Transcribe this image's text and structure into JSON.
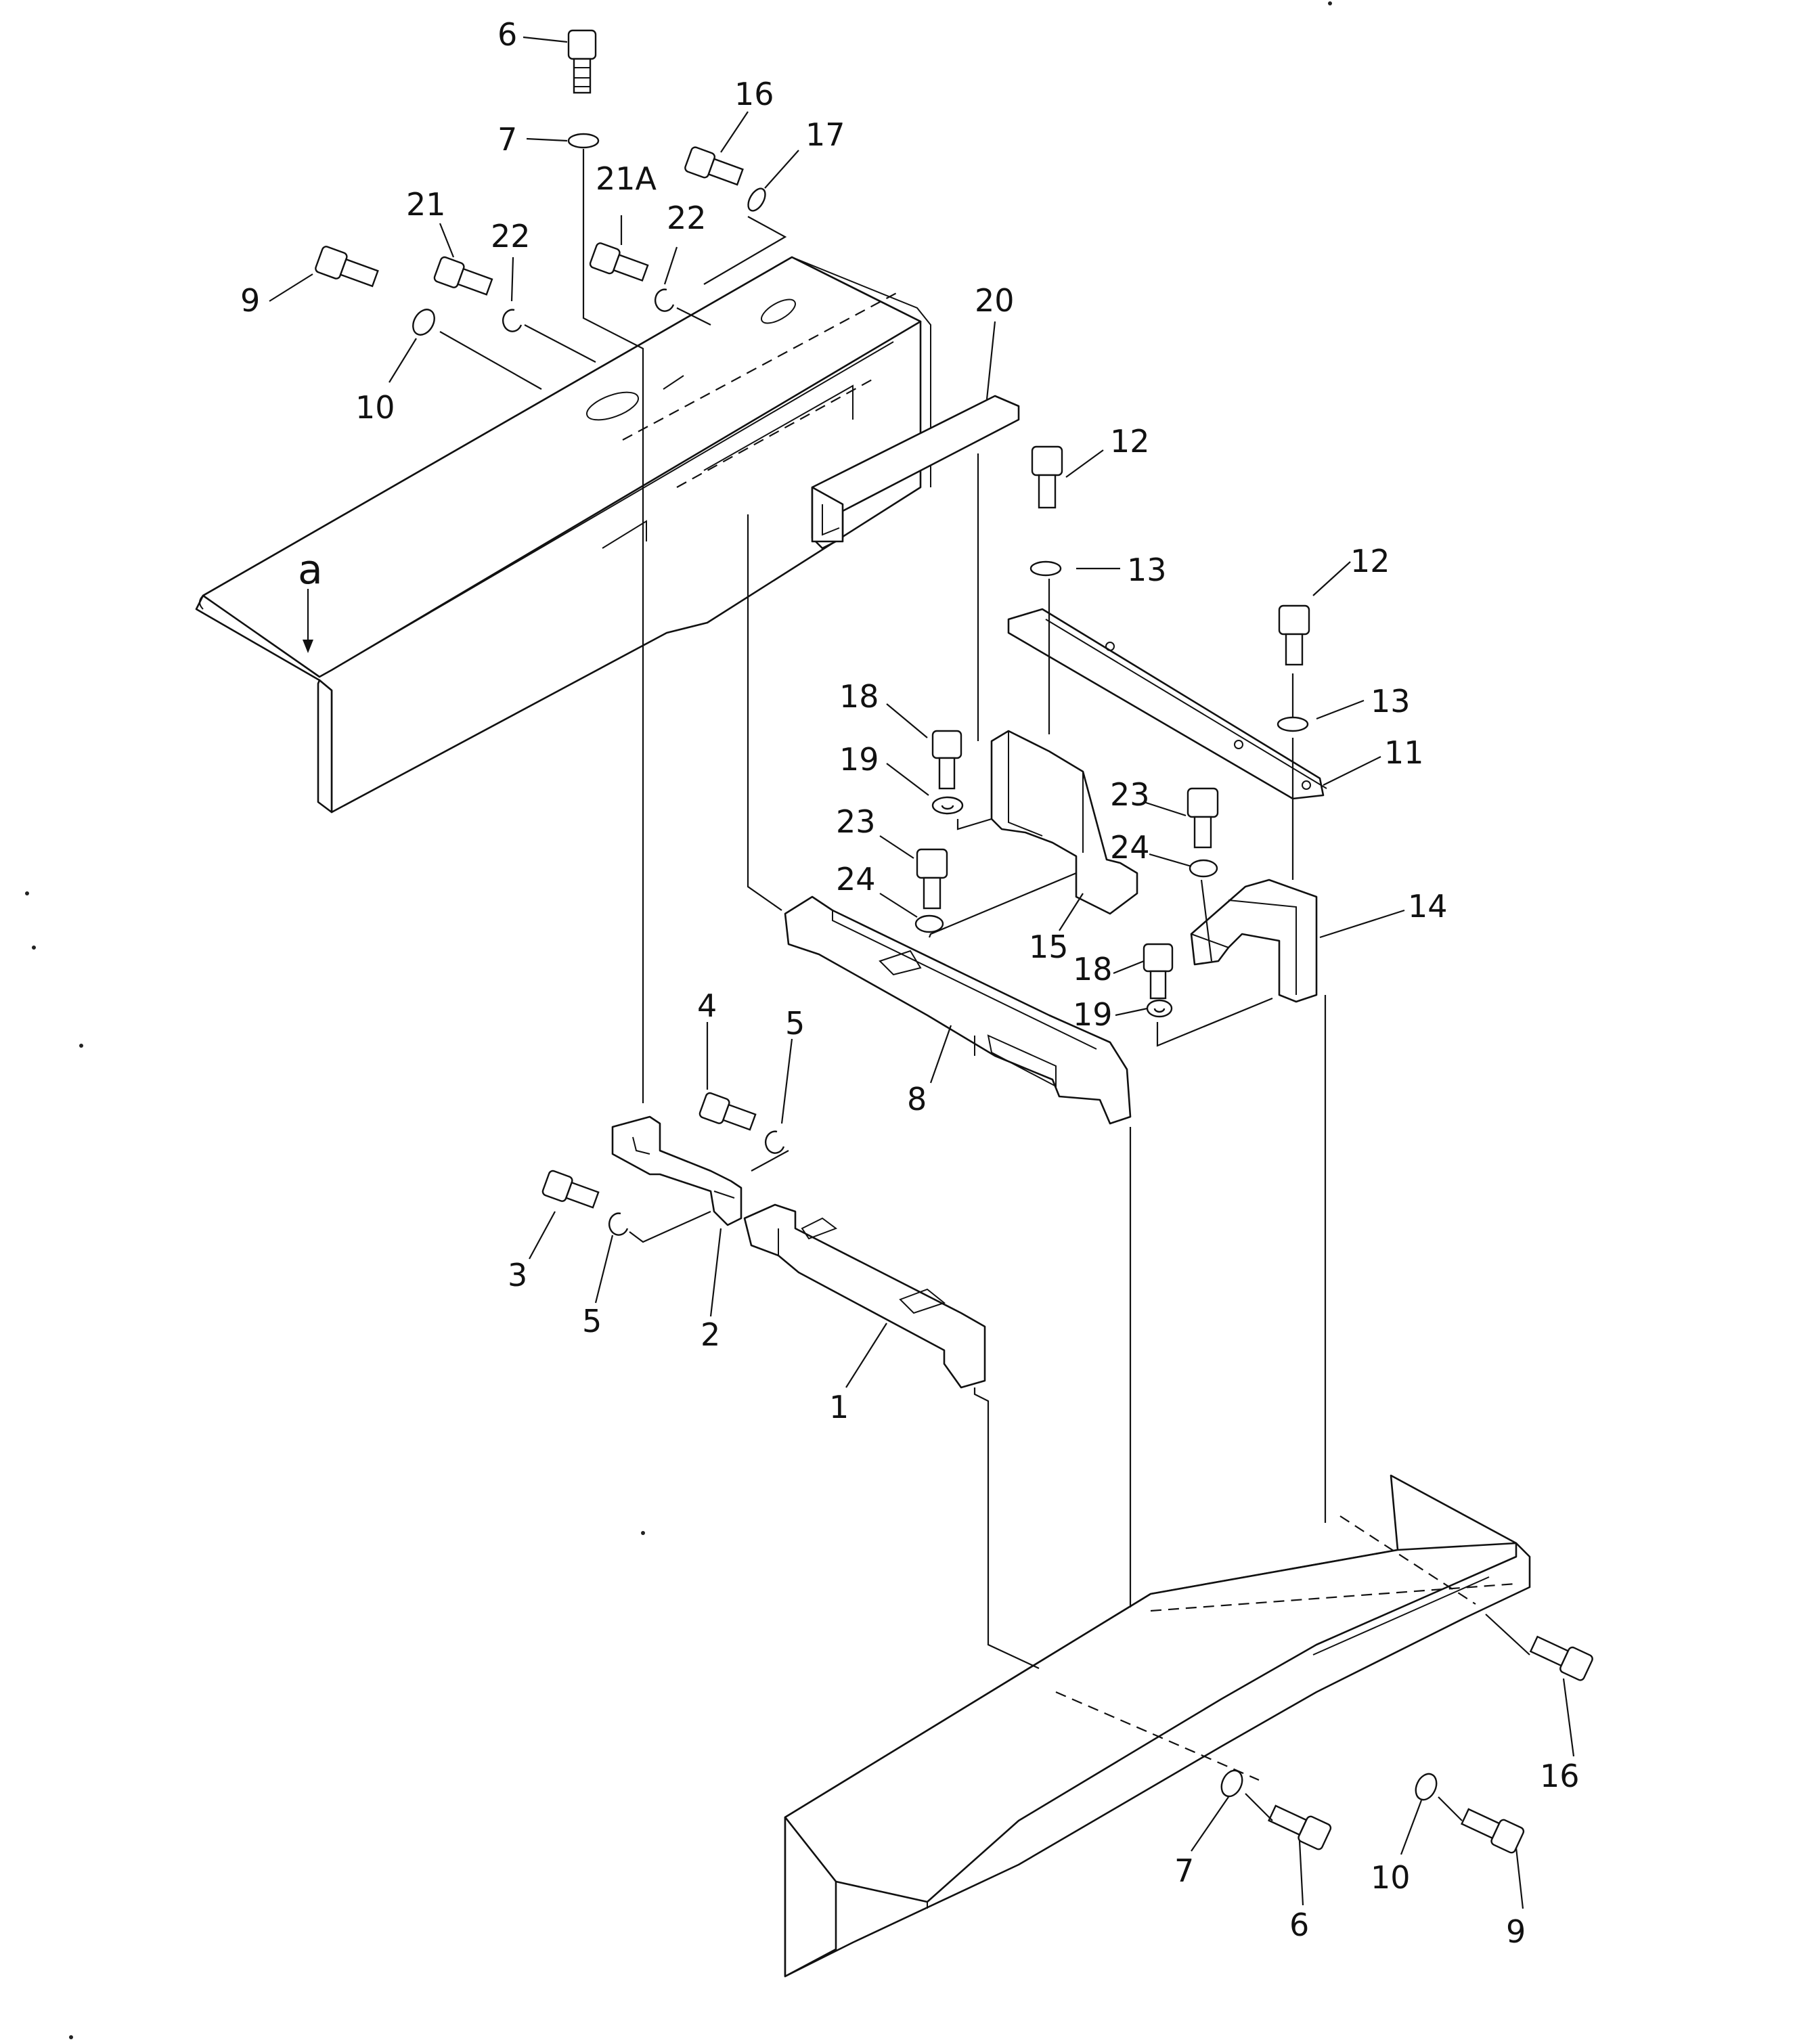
{
  "diagram": {
    "type": "exploded parts diagram",
    "view_marker": "a",
    "callouts": {
      "top_bolt_6": "6",
      "top_washer_7": "7",
      "bolt_16_top": "16",
      "washer_17": "17",
      "bolt_21A": "21A",
      "ring_22_right": "22",
      "bolt_21": "21",
      "ring_22_left": "22",
      "bolt_9_top": "9",
      "washer_10_top": "10",
      "bracket_20": "20",
      "bolt_12_left": "12",
      "washer_13_left": "13",
      "bolt_12_right": "12",
      "washer_13_right": "13",
      "plate_11": "11",
      "bolt_18_left": "18",
      "washer_19_left": "19",
      "bolt_23_left": "23",
      "washer_24_left": "24",
      "bracket_15": "15",
      "bolt_23_right": "23",
      "washer_24_right": "24",
      "bracket_14": "14",
      "bolt_18_right": "18",
      "washer_19_right": "19",
      "bolt_4": "4",
      "ring_5_right": "5",
      "beam_8": "8",
      "bolt_3": "3",
      "ring_5_left": "5",
      "bracket_2": "2",
      "beam_1": "1",
      "bolt_16_bottom": "16",
      "washer_7_bottom": "7",
      "bolt_6_bottom": "6",
      "washer_10_bottom": "10",
      "bolt_9_bottom": "9"
    }
  }
}
